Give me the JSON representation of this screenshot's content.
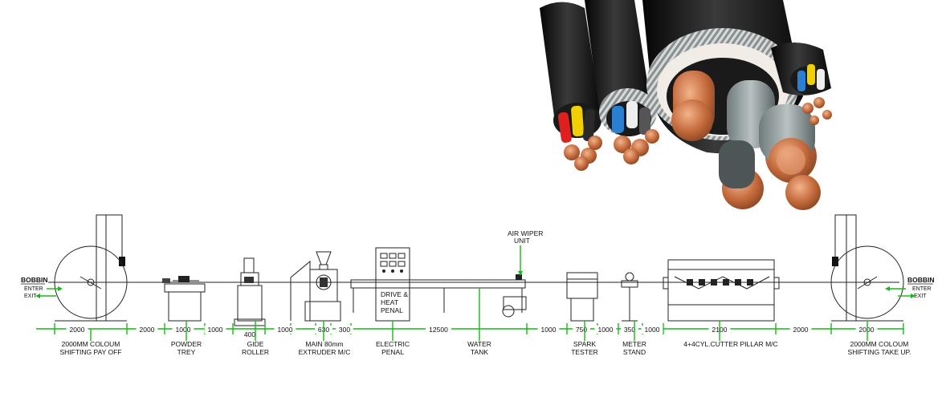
{
  "bobbin_left": {
    "title": "BOBBIN",
    "enter": "ENTER",
    "exit": "EXIT"
  },
  "bobbin_right": {
    "title": "BOBBIN",
    "enter": "ENTER",
    "exit": "EXIT"
  },
  "top_labels": {
    "air_wiper_1": "AIR WIPER",
    "air_wiper_2": "UNIT"
  },
  "drive_panel_text": [
    "DRIVE &",
    "HEAT",
    "PENAL"
  ],
  "dimensions": [
    "2000",
    "2000",
    "1000",
    "1000",
    "400",
    "1000",
    "630",
    "300",
    "12500",
    "1000",
    "750",
    "1000",
    "350",
    "1000",
    "2100",
    "2000",
    "2000"
  ],
  "machines": [
    {
      "line1": "2000MM COLOUM",
      "line2": "SHIFTING PAY OFF"
    },
    {
      "line1": "POWDER",
      "line2": "TREY"
    },
    {
      "line1": "GIDE",
      "line2": "ROLLER"
    },
    {
      "line1": "MAIN 80mm",
      "line2": "EXTRUDER M/C"
    },
    {
      "line1": "ELECTRIC",
      "line2": "PENAL"
    },
    {
      "line1": "WATER",
      "line2": "TANK"
    },
    {
      "line1": "SPARK",
      "line2": "TESTER"
    },
    {
      "line1": "METER",
      "line2": "STAND"
    },
    {
      "line1": "4+4CYL.CUTTER PILLAR M/C",
      "line2": ""
    },
    {
      "line1": "2000MM COLOUM",
      "line2": "SHIFTING TAKE UP."
    }
  ],
  "colors": {
    "dimension_green": "#16b816",
    "line": "#222222",
    "sheath_black": "#141414",
    "copper": "#c46a3c"
  },
  "photo": {
    "subject": "multi-core power cables cross-section",
    "icon": "cable-photo"
  }
}
